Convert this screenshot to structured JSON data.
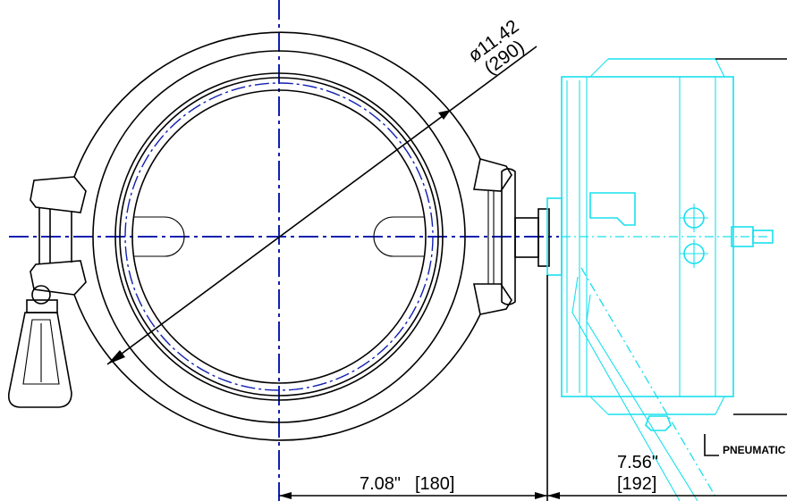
{
  "dimensions": {
    "diameter_in": "ø11.42",
    "diameter_mm": "(290)",
    "horizontal_in": "7.08\"",
    "horizontal_mm": "[180]",
    "actuator_in": "7.56\"",
    "actuator_mm": "[192]"
  },
  "labels": {
    "pneumatic": "PNEUMATIC"
  },
  "colors": {
    "outline": "#000000",
    "actuator": "#18e0ee",
    "centerline": "#1020b0",
    "background": "#ffffff"
  }
}
